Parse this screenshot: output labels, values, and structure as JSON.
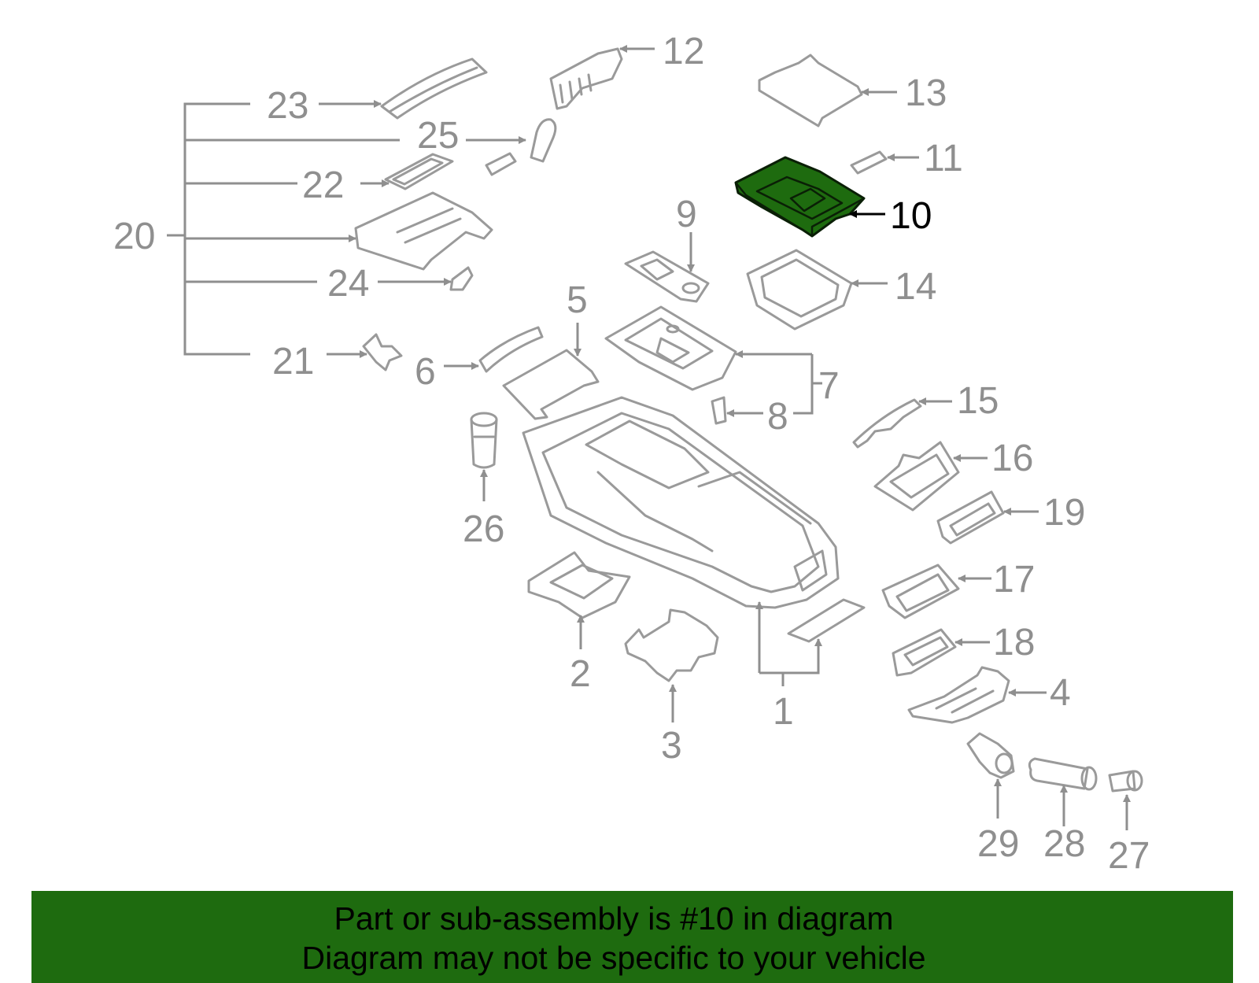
{
  "labels": {
    "p1": "1",
    "p2": "2",
    "p3": "3",
    "p4": "4",
    "p5": "5",
    "p6": "6",
    "p7": "7",
    "p8": "8",
    "p9": "9",
    "p10": "10",
    "p11": "11",
    "p12": "12",
    "p13": "13",
    "p14": "14",
    "p15": "15",
    "p16": "16",
    "p17": "17",
    "p18": "18",
    "p19": "19",
    "p20": "20",
    "p21": "21",
    "p22": "22",
    "p23": "23",
    "p24": "24",
    "p25": "25",
    "p26": "26",
    "p27": "27",
    "p28": "28",
    "p29": "29"
  },
  "highlight": {
    "part": "10",
    "fill": "#1e6b0f"
  },
  "banner": {
    "line1": "Part or sub-assembly is #10 in diagram",
    "line2": "Diagram may not be specific to your vehicle",
    "bg": "#1e6b0f"
  }
}
